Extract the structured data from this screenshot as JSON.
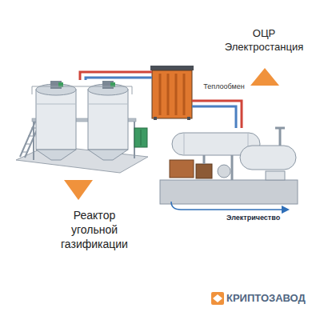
{
  "diagram": {
    "nodes": [
      {
        "text": [
          "Реактор угольной газификации"
        ]
      },
      {
        "text": [
          "Теплообмен"
        ]
      },
      {
        "text": [
          "ОЦР Электростанция"
        ]
      }
    ],
    "edges": [
      {
        "from": 0,
        "to": 1,
        "arrow": "none"
      },
      {
        "from": 1,
        "to": 2,
        "arrow": "none"
      }
    ],
    "labels": [
      "Электричество",
      "КРИПТОЗАВОД"
    ]
  }
}
